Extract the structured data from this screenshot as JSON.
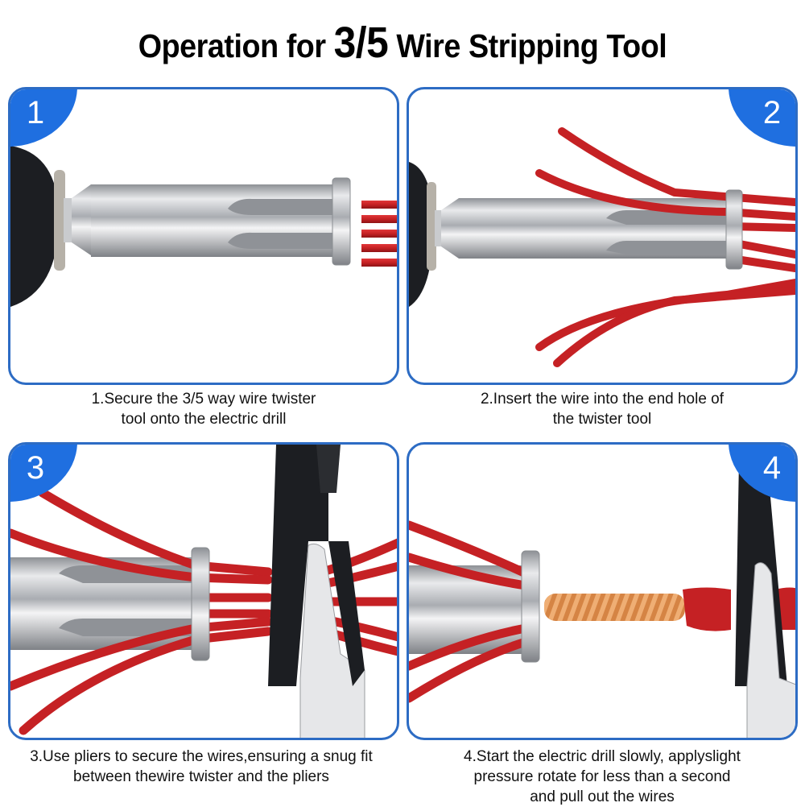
{
  "title": {
    "prefix": "Operation for ",
    "highlight": "3/5",
    "suffix": " Wire Stripping Tool"
  },
  "steps": [
    {
      "number": "1",
      "badge_position": "top-left",
      "caption_line1": "1.Secure the 3/5 way wire twister",
      "caption_line2": "tool onto the electric drill",
      "illustration": "drill-with-twister-tool-and-wire-ends"
    },
    {
      "number": "2",
      "badge_position": "top-right",
      "caption_line1": "2.Insert the wire into the end hole of",
      "caption_line2": "the twister tool",
      "illustration": "wires-inserted-into-twister-tool"
    },
    {
      "number": "3",
      "badge_position": "top-left",
      "caption_line1": "3.Use pliers to secure the wires,ensuring a snug fit",
      "caption_line2": "between thewire twister and the pliers",
      "illustration": "pliers-clamping-wires"
    },
    {
      "number": "4",
      "badge_position": "top-right",
      "caption_line1": "4.Start the electric drill slowly, applyslight",
      "caption_line2": "pressure rotate for less than a second",
      "caption_line3": "and pull out the wires",
      "illustration": "twisted-copper-wire-result"
    }
  ],
  "colors": {
    "badge_blue": "#1f6fe0",
    "panel_border": "#2d6cc4",
    "wire_red": "#c8282a",
    "copper": "#d9884a",
    "steel": "#b9bcc0",
    "drill_black": "#1c1e22"
  }
}
